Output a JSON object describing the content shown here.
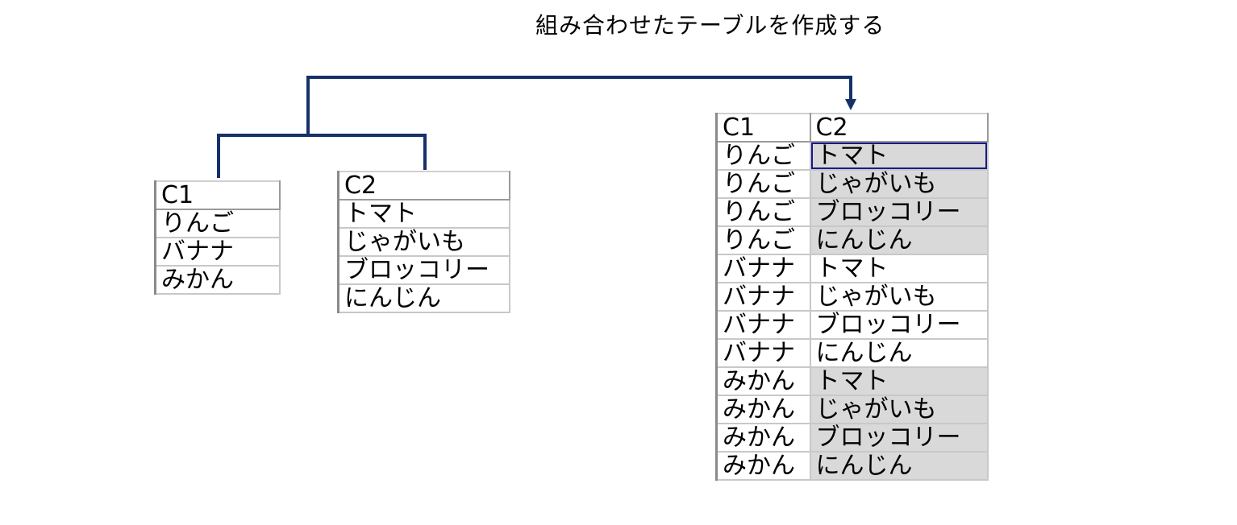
{
  "title": "組み合わせたテーブルを作成する",
  "colors": {
    "connector": "#16306a",
    "shaded_cell": "#d9d9d9",
    "selected_border": "#1a1a8a"
  },
  "table_c1": {
    "header": "C1",
    "rows": [
      "りんご",
      "バナナ",
      "みかん"
    ]
  },
  "table_c2": {
    "header": "C2",
    "rows": [
      "トマト",
      "じゃがいも",
      "ブロッコリー",
      "にんじん"
    ]
  },
  "result": {
    "headers": [
      "C1",
      "C2"
    ],
    "rows": [
      [
        "りんご",
        "トマト"
      ],
      [
        "りんご",
        "じゃがいも"
      ],
      [
        "りんご",
        "ブロッコリー"
      ],
      [
        "りんご",
        "にんじん"
      ],
      [
        "バナナ",
        "トマト"
      ],
      [
        "バナナ",
        "じゃがいも"
      ],
      [
        "バナナ",
        "ブロッコリー"
      ],
      [
        "バナナ",
        "にんじん"
      ],
      [
        "みかん",
        "トマト"
      ],
      [
        "みかん",
        "じゃがいも"
      ],
      [
        "みかん",
        "ブロッコリー"
      ],
      [
        "みかん",
        "にんじん"
      ]
    ]
  }
}
